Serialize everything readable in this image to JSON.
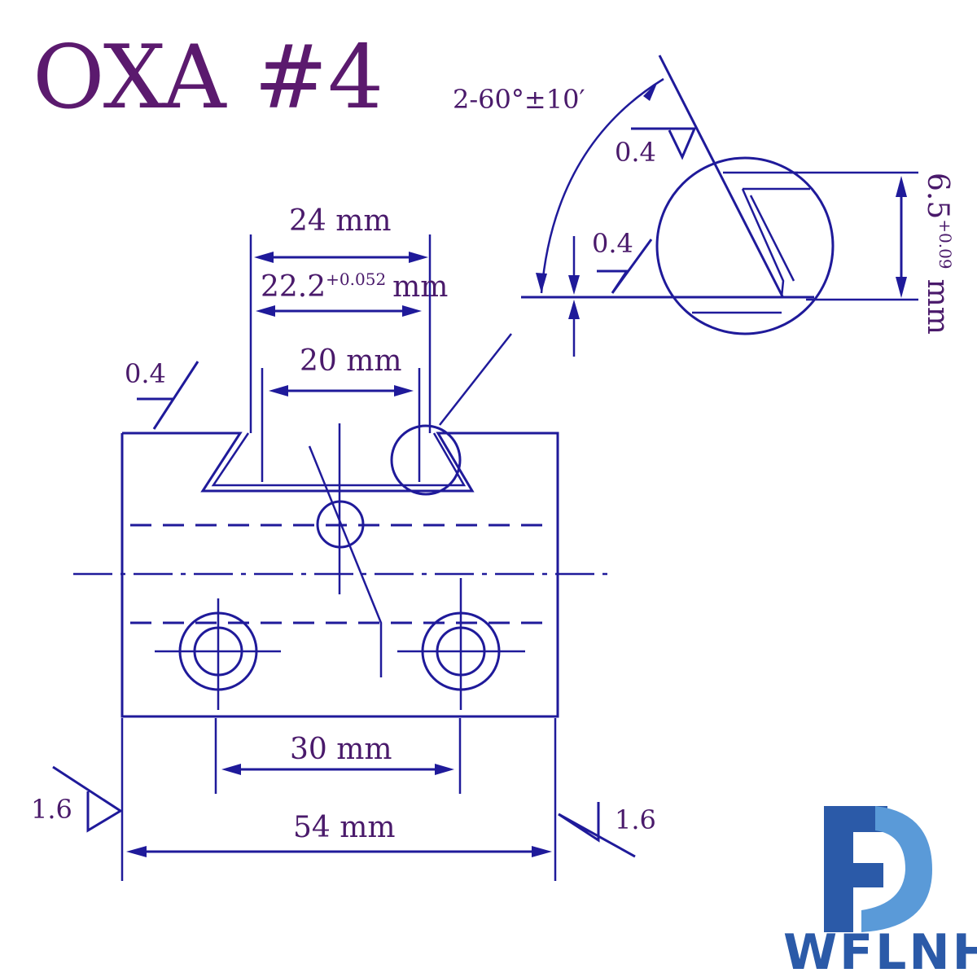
{
  "title": "OXA #4",
  "dimensions": {
    "dovetail_top": "24 mm",
    "dovetail_width_base": "22.2",
    "dovetail_width_tolerance": "+0.052",
    "dovetail_width_unit": "mm",
    "slot_bottom": "20 mm",
    "hole_spacing": "30 mm",
    "overall_width": "54 mm",
    "angle": "2-60°±10′",
    "depth_base": "6.5",
    "depth_tolerance": "+0.09",
    "depth_unit": "mm"
  },
  "surface_finish": {
    "top_left": "0.4",
    "detail_upper": "0.4",
    "detail_lower": "0.4",
    "side_left": "1.6",
    "side_right": "1.6"
  },
  "brand": {
    "name": "WFLNHB",
    "color_primary": "#2b5aa8",
    "color_secondary": "#5a9ad8"
  },
  "colors": {
    "line": "#1f1a9a",
    "text": "#4a1a6b",
    "title": "#5b1a6e"
  }
}
